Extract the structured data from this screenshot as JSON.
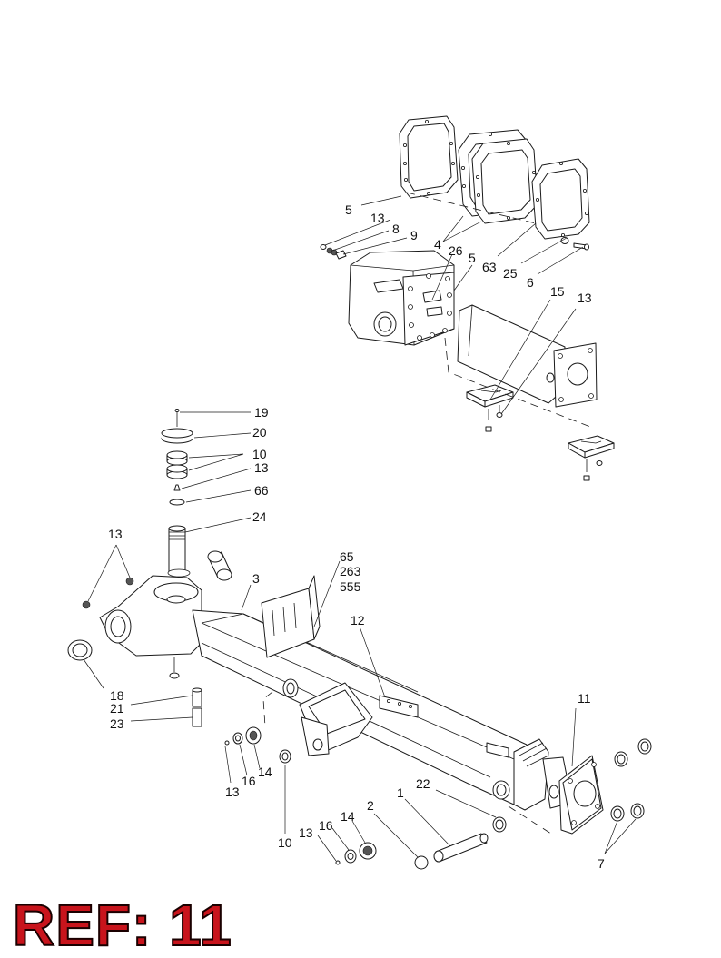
{
  "reference": {
    "text": "REF: 11",
    "color": "#c8141c"
  },
  "callouts": {
    "c5a": "5",
    "c13a": "13",
    "c8": "8",
    "c9": "9",
    "c4": "4",
    "c26": "26",
    "c5b": "5",
    "c63": "63",
    "c25": "25",
    "c6": "6",
    "c15": "15",
    "c13b": "13",
    "c19": "19",
    "c20": "20",
    "c10a": "10",
    "c13c": "13",
    "c66": "66",
    "c24": "24",
    "c13d": "13",
    "c3": "3",
    "c65": "65",
    "c263": "263",
    "c555": "555",
    "c12": "12",
    "c18": "18",
    "c21": "21",
    "c23": "23",
    "c11": "11",
    "c13e": "13",
    "c16a": "16",
    "c14a": "14",
    "c22": "22",
    "c1": "1",
    "c2": "2",
    "c14b": "14",
    "c16b": "16",
    "c13f": "13",
    "c10b": "10",
    "c7": "7"
  }
}
